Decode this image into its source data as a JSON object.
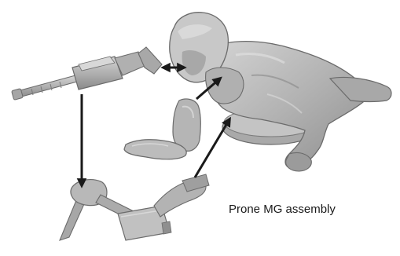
{
  "caption": "Prone MG assembly",
  "palette": {
    "figure_fill": "#b9b9b9",
    "figure_shade": "#8f8f8f",
    "figure_highlight": "#dcdcdc",
    "figure_outline": "#6b6b6b",
    "arrow": "#1a1a1a"
  },
  "parts": [
    "soldier-body",
    "machine-gun",
    "arm-piece",
    "hand-piece",
    "tripod",
    "base-disc"
  ]
}
